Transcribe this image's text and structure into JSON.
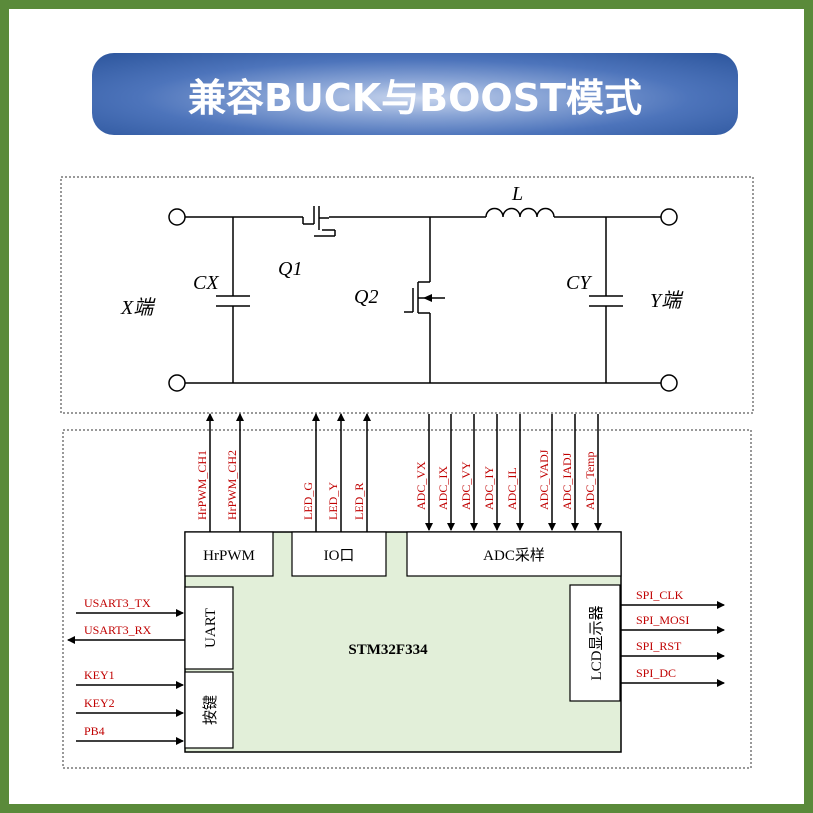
{
  "title": "兼容BUCK与BOOST模式",
  "circuit": {
    "x_terminal": "X端",
    "y_terminal": "Y端",
    "cx": "CX",
    "cy": "CY",
    "q1": "Q1",
    "q2": "Q2",
    "inductor": "L"
  },
  "signals_up": [
    "HrPWM_CH1",
    "HrPWM_CH2",
    "LED_G",
    "LED_Y",
    "LED_R"
  ],
  "signals_down": [
    "ADC_VX",
    "ADC_IX",
    "ADC_VY",
    "ADC_IY",
    "ADC_IL",
    "ADC_VADJ",
    "ADC_IADJ",
    "ADC_Temp"
  ],
  "mcu": {
    "name": "STM32F334",
    "hrpwm": "HrPWM",
    "io": "IO口",
    "adc": "ADC采样",
    "uart": "UART",
    "keys": "按键",
    "lcd": "LCD显示器"
  },
  "left_signals": [
    "USART3_TX",
    "USART3_RX",
    "KEY1",
    "KEY2",
    "PB4"
  ],
  "right_signals": [
    "SPI_CLK",
    "SPI_MOSI",
    "SPI_RST",
    "SPI_DC"
  ],
  "colors": {
    "signal_text": "#c00000",
    "mcu_fill": "#e2efd9",
    "border": "#5a8a3a"
  }
}
